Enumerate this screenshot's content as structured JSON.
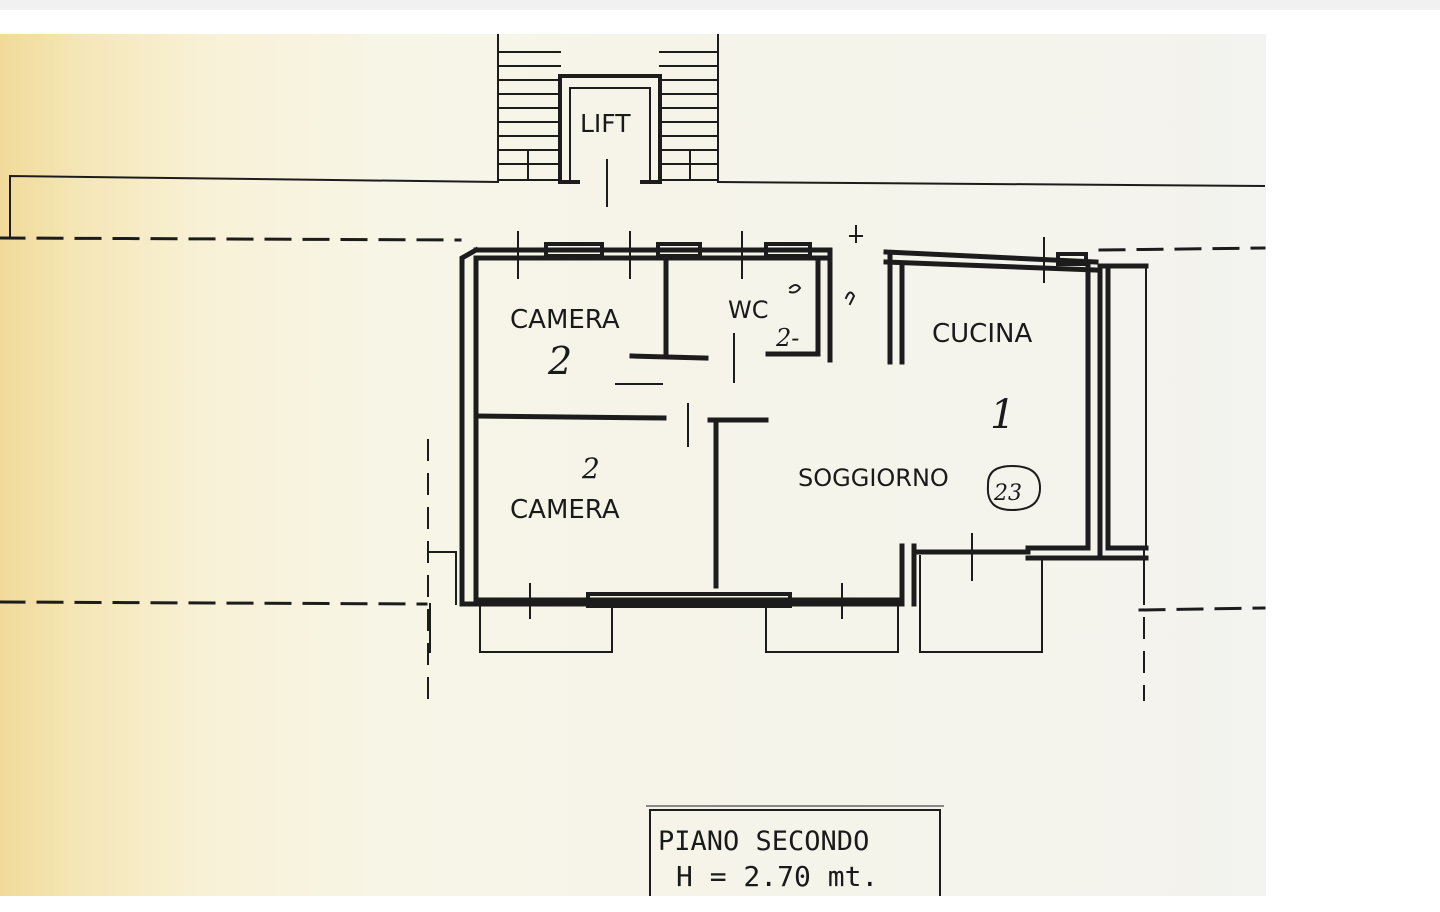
{
  "rooms": {
    "lift": "LIFT",
    "camera_top": "CAMERA",
    "camera_top_mark": "2",
    "wc": "WC",
    "wc_mark": "2-",
    "cucina": "CUCINA",
    "living_mark": "1",
    "soggiorno": "SOGGIORNO",
    "soggiorno_mark": "23",
    "camera_bottom_mark": "2",
    "camera_bottom": "CAMERA"
  },
  "title_block": {
    "floor": "PIANO SECONDO",
    "height": "H = 2.70 mt."
  }
}
